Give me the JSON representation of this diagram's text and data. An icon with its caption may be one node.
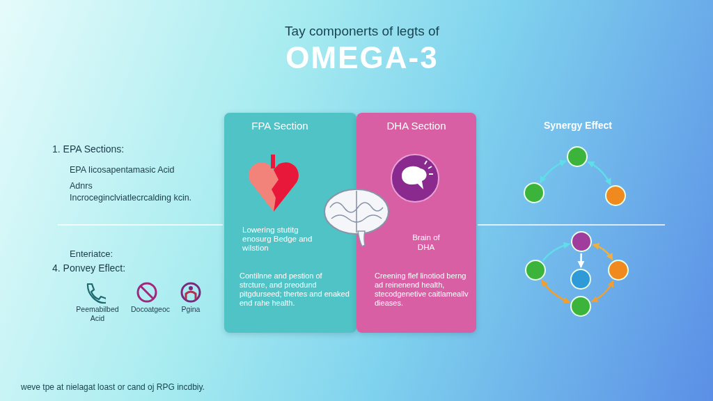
{
  "diagram": {
    "title": "Tay componerts of legts of",
    "caption": "weve tpe at nielagat loast or cand oj RPG incdbiy.",
    "nodes": [
      {
        "text": [
          "FPA Section",
          "Lowering stutitg enosurg Bedge and wilstion",
          "Contilnne and pestion of strcture, and preodund pitgdurseed; thertes and enaked end rahe health."
        ]
      },
      {
        "text": [
          "DHA Section",
          "Brain of DHA",
          "Creening flef linotiod berng ad reinenend health, stecodgenetive caitlameallv dieases."
        ]
      },
      {
        "text": [],
        "shape": "circle"
      },
      {
        "text": [],
        "shape": "circle"
      },
      {
        "text": [],
        "shape": "circle"
      },
      {
        "text": [],
        "shape": "circle"
      },
      {
        "text": [],
        "shape": "circle"
      },
      {
        "text": [],
        "shape": "circle"
      },
      {
        "text": [],
        "shape": "circle"
      },
      {
        "text": [],
        "shape": "circle"
      }
    ],
    "edges": [
      {
        "from": 3,
        "to": 2,
        "arrow": "both"
      },
      {
        "from": 2,
        "to": 4,
        "arrow": "both"
      },
      {
        "from": 6,
        "to": 5,
        "arrow": "to"
      },
      {
        "from": 5,
        "to": 8,
        "arrow": "both",
        "color": "#f0b040"
      },
      {
        "from": 5,
        "to": 7,
        "arrow": "to",
        "color": "#ffffff"
      },
      {
        "from": 6,
        "to": 9,
        "arrow": "both",
        "color": "#f0a030"
      },
      {
        "from": 9,
        "to": 8,
        "arrow": "both",
        "color": "#f0a030"
      }
    ],
    "labels": [
      "OMEGA-3",
      "1. EPA Sections:",
      "EPA Iicosapentamasic Acid",
      "Adnrs",
      "Incroceginclviatlecrcalding kcin.",
      "Enteriatce:",
      "4. Ponvey Eflect:",
      "Peemabilbed Acid",
      "Docoatgeoc",
      "Pgina",
      "Synergy Effect"
    ]
  }
}
